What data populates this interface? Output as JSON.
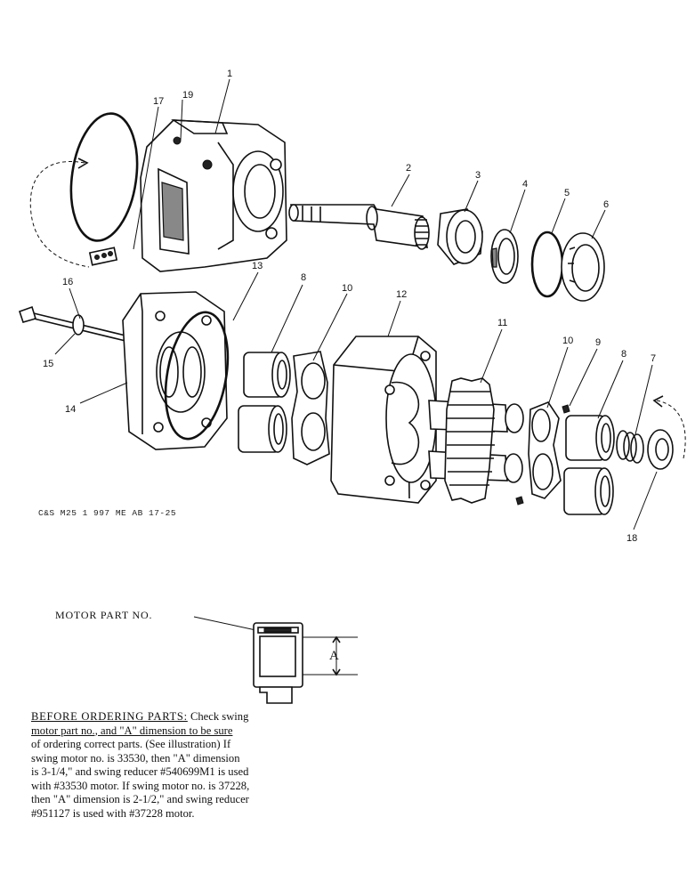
{
  "callouts": {
    "n1": "1",
    "n2": "2",
    "n3": "3",
    "n4": "4",
    "n5": "5",
    "n6": "6",
    "n7": "7",
    "n8a": "8",
    "n8b": "8",
    "n9": "9",
    "n10a": "10",
    "n10b": "10",
    "n11": "11",
    "n12": "12",
    "n13": "13",
    "n14": "14",
    "n15": "15",
    "n16": "16",
    "n17": "17",
    "n18": "18",
    "n19": "19"
  },
  "drawing_code": "C&S M25 1 997 ME AB 17-25",
  "inset": {
    "motor_part_label": "MOTOR PART NO.",
    "dimension_label": "A"
  },
  "notes": {
    "heading": "BEFORE ORDERING PARTS:",
    "line1_rest": " Check swing",
    "line2": "motor part no., and \"A\" dimension to be sure",
    "line3": "of ordering correct parts. (See illustration) If",
    "line4": "swing motor no. is 33530, then \"A\" dimension",
    "line5": "is 3-1/4,\" and swing reducer #540699M1 is used",
    "line6": "with #33530 motor. If swing motor no. is 37228,",
    "line7": "then \"A\" dimension is 2-1/2,\" and swing reducer",
    "line8": "#951127 is used with #37228 motor."
  }
}
